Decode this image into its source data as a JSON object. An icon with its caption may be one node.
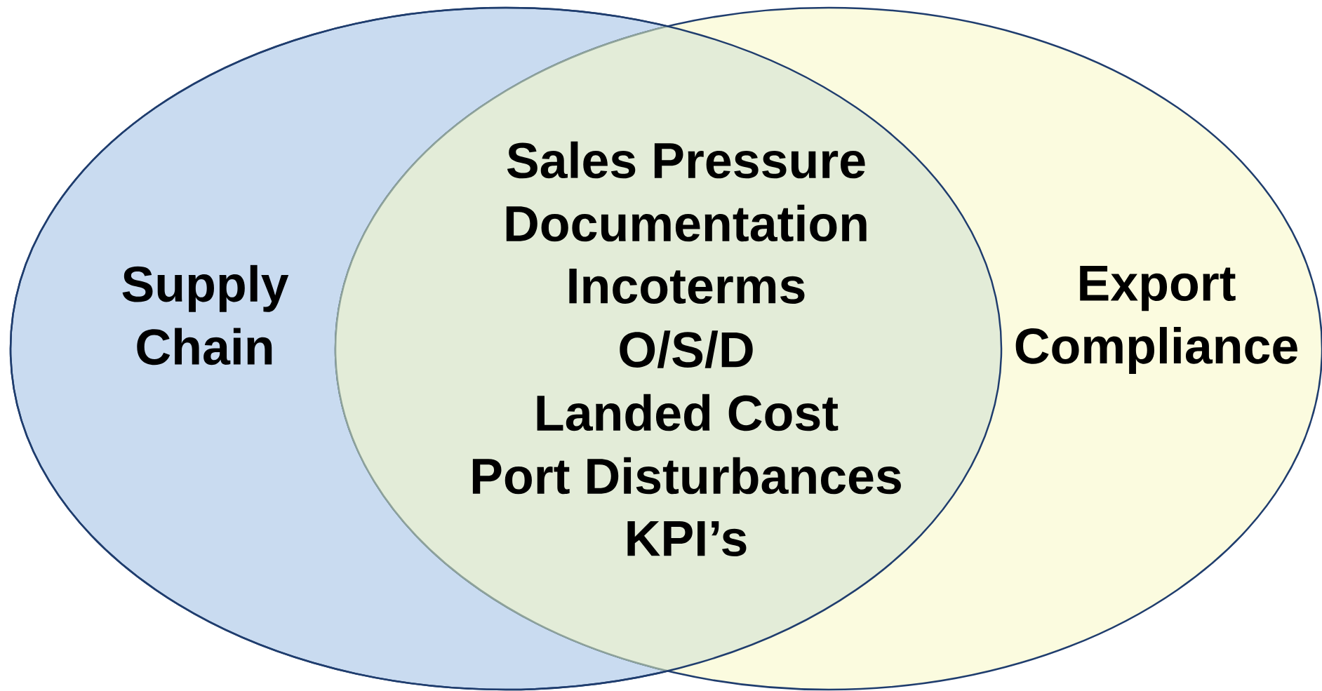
{
  "diagram": {
    "nodes": [
      {
        "text": [
          "Supply Chain"
        ]
      },
      {
        "text": [
          "Export Compliance"
        ]
      }
    ],
    "labels": [
      "Sales Pressure",
      "Documentation",
      "Incoterms",
      "O/S/D",
      "Landed Cost",
      "Port Disturbances",
      "KPI’s"
    ]
  }
}
